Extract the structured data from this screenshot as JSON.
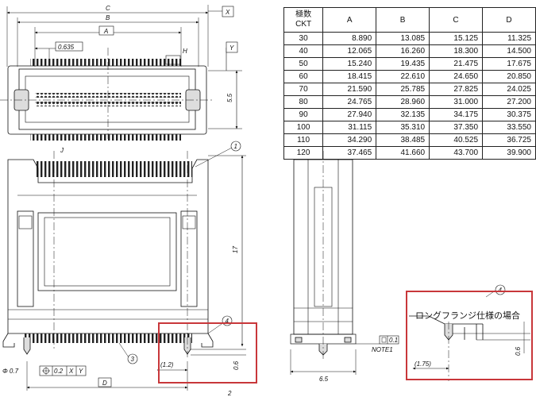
{
  "dimensions": {
    "c": "C",
    "b": "B",
    "a": "A",
    "d": "D",
    "pitch": "0.635",
    "x_datum": "X",
    "y_datum": "Y",
    "h": "H",
    "height_5_5": "5.5",
    "height_17": "17",
    "height_0_6": "0.6",
    "width_6_5": "6.5",
    "width_1_2": "(1.2)",
    "width_1_75": "(1.75)",
    "tol_phi": "Φ 0.7",
    "tol_pos": "0.2",
    "tol_x": "X",
    "tol_y": "Y",
    "flatness": "0.1",
    "note": "NOTE1",
    "j_mark": "J",
    "page_num": "2"
  },
  "balloons": [
    "1",
    "2",
    "3",
    "4"
  ],
  "inset": {
    "label": "ロングフランジ仕様の場合"
  },
  "table": {
    "header_ckt_1": "極数",
    "header_ckt_2": "CKT",
    "columns": [
      "A",
      "B",
      "C",
      "D"
    ],
    "rows": [
      {
        "ckt": "30",
        "a": "8.890",
        "b": "13.085",
        "c": "15.125",
        "d": "11.325"
      },
      {
        "ckt": "40",
        "a": "12.065",
        "b": "16.260",
        "c": "18.300",
        "d": "14.500"
      },
      {
        "ckt": "50",
        "a": "15.240",
        "b": "19.435",
        "c": "21.475",
        "d": "17.675"
      },
      {
        "ckt": "60",
        "a": "18.415",
        "b": "22.610",
        "c": "24.650",
        "d": "20.850"
      },
      {
        "ckt": "70",
        "a": "21.590",
        "b": "25.785",
        "c": "27.825",
        "d": "24.025"
      },
      {
        "ckt": "80",
        "a": "24.765",
        "b": "28.960",
        "c": "31.000",
        "d": "27.200"
      },
      {
        "ckt": "90",
        "a": "27.940",
        "b": "32.135",
        "c": "34.175",
        "d": "30.375"
      },
      {
        "ckt": "100",
        "a": "31.115",
        "b": "35.310",
        "c": "37.350",
        "d": "33.550"
      },
      {
        "ckt": "110",
        "a": "34.290",
        "b": "38.485",
        "c": "40.525",
        "d": "36.725"
      },
      {
        "ckt": "120",
        "a": "37.465",
        "b": "41.660",
        "c": "43.700",
        "d": "39.900"
      }
    ]
  },
  "colors": {
    "line": "#111111",
    "callout": "#c8373a"
  }
}
